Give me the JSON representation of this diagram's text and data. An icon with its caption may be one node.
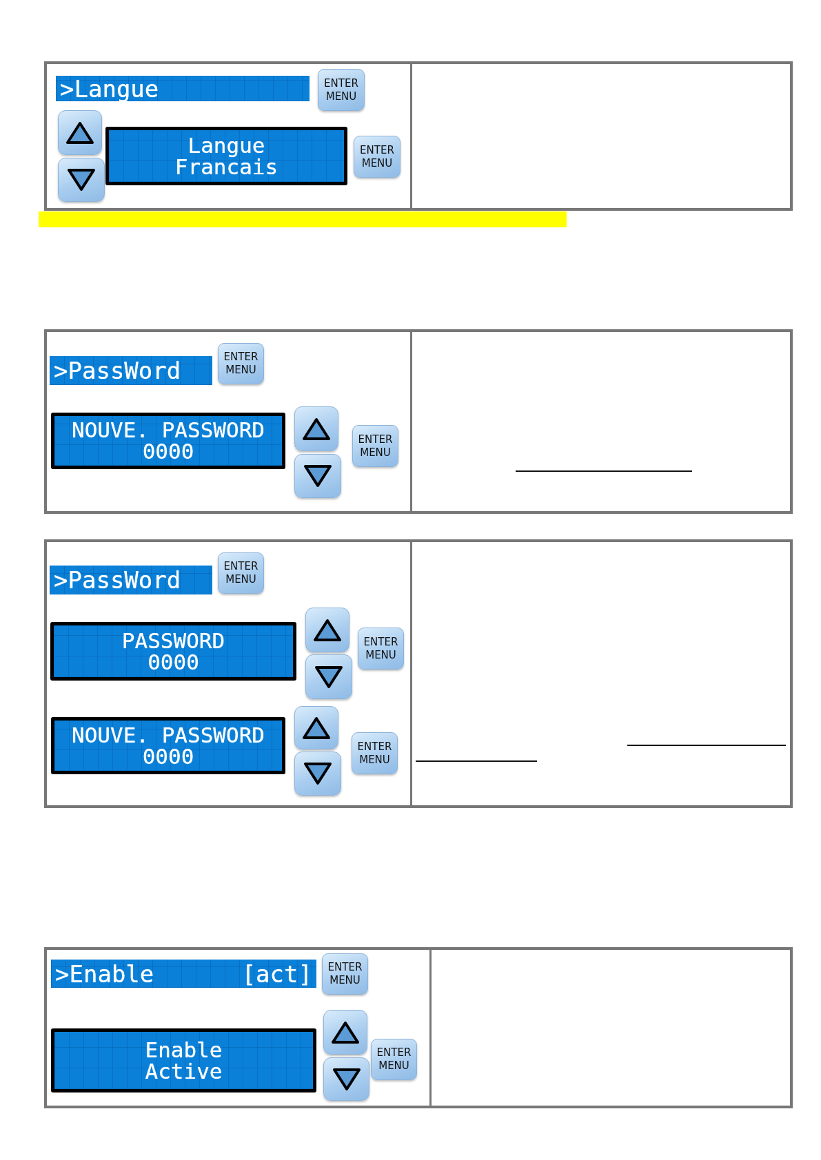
{
  "diagram": {
    "nodes": [
      {
        "text": [
          ">Langue"
        ]
      },
      {
        "text": [
          "ENTER MENU"
        ]
      },
      {
        "text": [],
        "shape": "box"
      },
      {
        "text": [],
        "shape": "box"
      },
      {
        "text": [
          "Langue",
          "Francais"
        ]
      },
      {
        "text": [
          "ENTER MENU"
        ]
      },
      {
        "text": [
          ">PassWord"
        ]
      },
      {
        "text": [
          "ENTER MENU"
        ]
      },
      {
        "text": [
          "NOUVE. PASSWORD",
          "0000"
        ]
      },
      {
        "text": [],
        "shape": "box"
      },
      {
        "text": [],
        "shape": "box"
      },
      {
        "text": [
          "ENTER MENU"
        ]
      },
      {
        "text": [
          ">PassWord"
        ]
      },
      {
        "text": [
          "ENTER MENU"
        ]
      },
      {
        "text": [
          "PASSWORD",
          "0000"
        ]
      },
      {
        "text": [],
        "shape": "box"
      },
      {
        "text": [],
        "shape": "box"
      },
      {
        "text": [
          "ENTER MENU"
        ]
      },
      {
        "text": [
          "NOUVE. PASSWORD",
          "0000"
        ]
      },
      {
        "text": [],
        "shape": "box"
      },
      {
        "text": [],
        "shape": "box"
      },
      {
        "text": [
          "ENTER MENU"
        ]
      },
      {
        "text": [
          ">Enable",
          "[act]"
        ]
      },
      {
        "text": [
          "ENTER MENU"
        ]
      },
      {
        "text": [
          "Enable",
          "Active"
        ]
      },
      {
        "text": [],
        "shape": "box"
      },
      {
        "text": [],
        "shape": "box"
      },
      {
        "text": [
          "ENTER MENU"
        ]
      }
    ]
  }
}
